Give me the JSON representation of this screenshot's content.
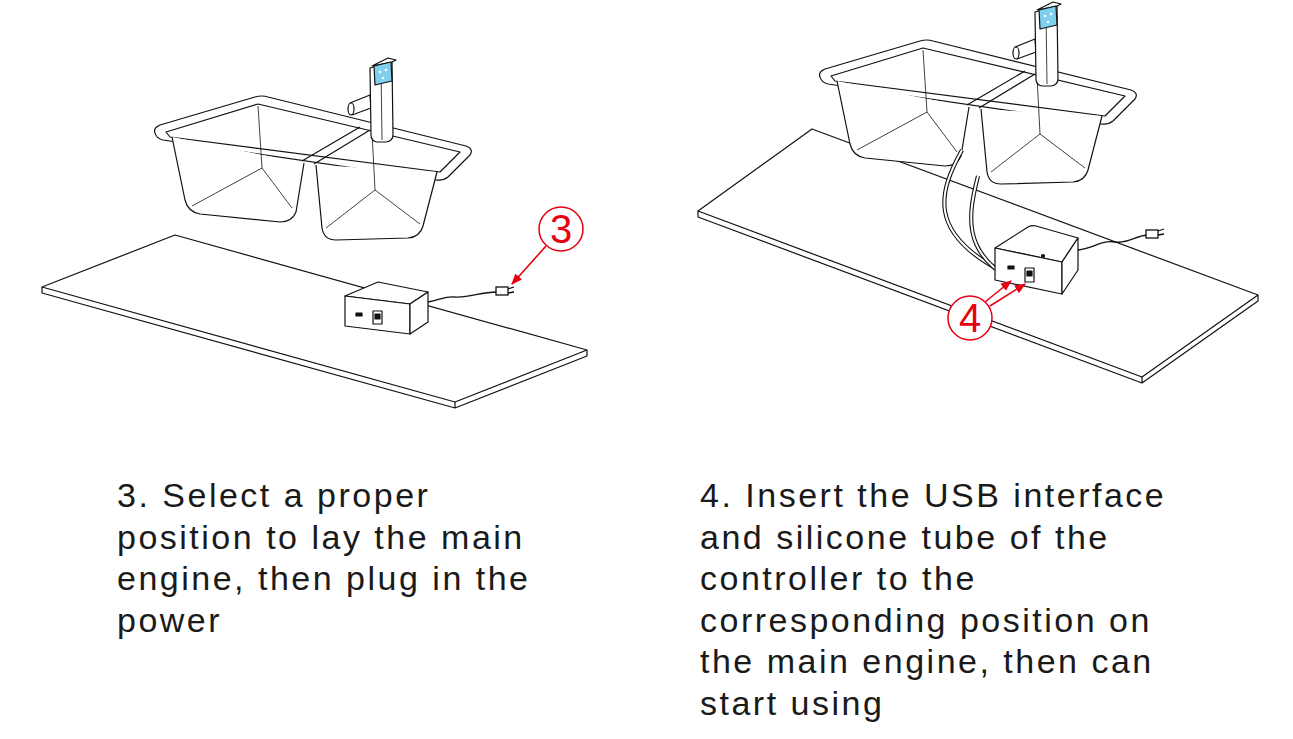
{
  "diagram": {
    "labels": [
      "3",
      "3. Select a proper position to lay the main engine, then plug in the power",
      "4",
      "4. Insert the USB interface and silicone tube of the controller to the corresponding position on the main engine, then can start using"
    ]
  }
}
